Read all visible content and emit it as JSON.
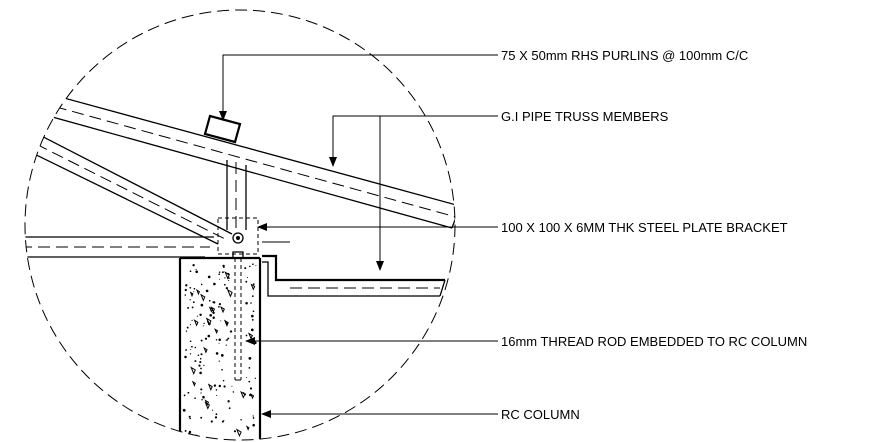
{
  "labels": {
    "purlins": "75 X 50mm RHS PURLINS @ 100mm C/C",
    "truss_members": "G.I PIPE TRUSS MEMBERS",
    "plate_bracket": "100 X 100 X 6MM THK STEEL PLATE BRACKET",
    "thread_rod": "16mm THREAD ROD EMBEDDED TO RC COLUMN",
    "rc_column": "RC COLUMN"
  }
}
